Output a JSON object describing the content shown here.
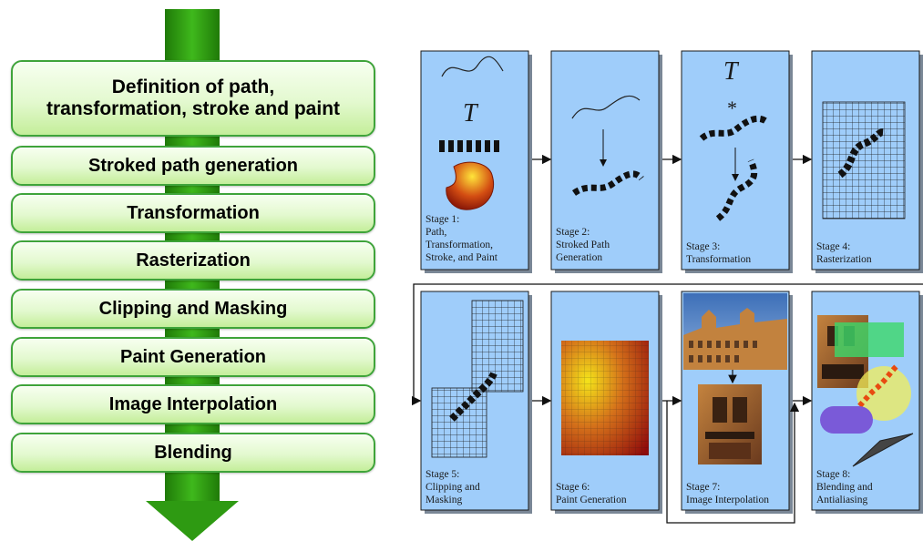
{
  "pipeline": {
    "stages": [
      {
        "line1": "Definition of path,",
        "line2": "transformation, stroke and paint"
      },
      {
        "line1": "Stroked path generation",
        "line2": ""
      },
      {
        "line1": "Transformation",
        "line2": ""
      },
      {
        "line1": "Rasterization",
        "line2": ""
      },
      {
        "line1": "Clipping and Masking",
        "line2": ""
      },
      {
        "line1": "Paint Generation",
        "line2": ""
      },
      {
        "line1": "Image Interpolation",
        "line2": ""
      },
      {
        "line1": "Blending",
        "line2": ""
      }
    ]
  },
  "panels": {
    "stage1": {
      "glyph": "T",
      "label": "Stage 1:\nPath,\nTransformation,\nStroke, and Paint"
    },
    "stage2": {
      "label": "Stage 2:\nStroked Path\nGeneration"
    },
    "stage3": {
      "glyph": "T",
      "operator": "*",
      "label": "Stage 3:\nTransformation"
    },
    "stage4": {
      "label": "Stage 4:\nRasterization"
    },
    "stage5": {
      "label": "Stage 5:\nClipping and\nMasking"
    },
    "stage6": {
      "label": "Stage 6:\nPaint Generation"
    },
    "stage7": {
      "label": "Stage 7:\nImage Interpolation"
    },
    "stage8": {
      "label": "Stage 8:\nBlending and\nAntialiasing"
    }
  },
  "colors": {
    "arrow_green": "#2e9a12",
    "pill_border": "#3fa43a",
    "panel_fill": "#9fcdfa",
    "panel_stroke": "#1a1a1a"
  }
}
